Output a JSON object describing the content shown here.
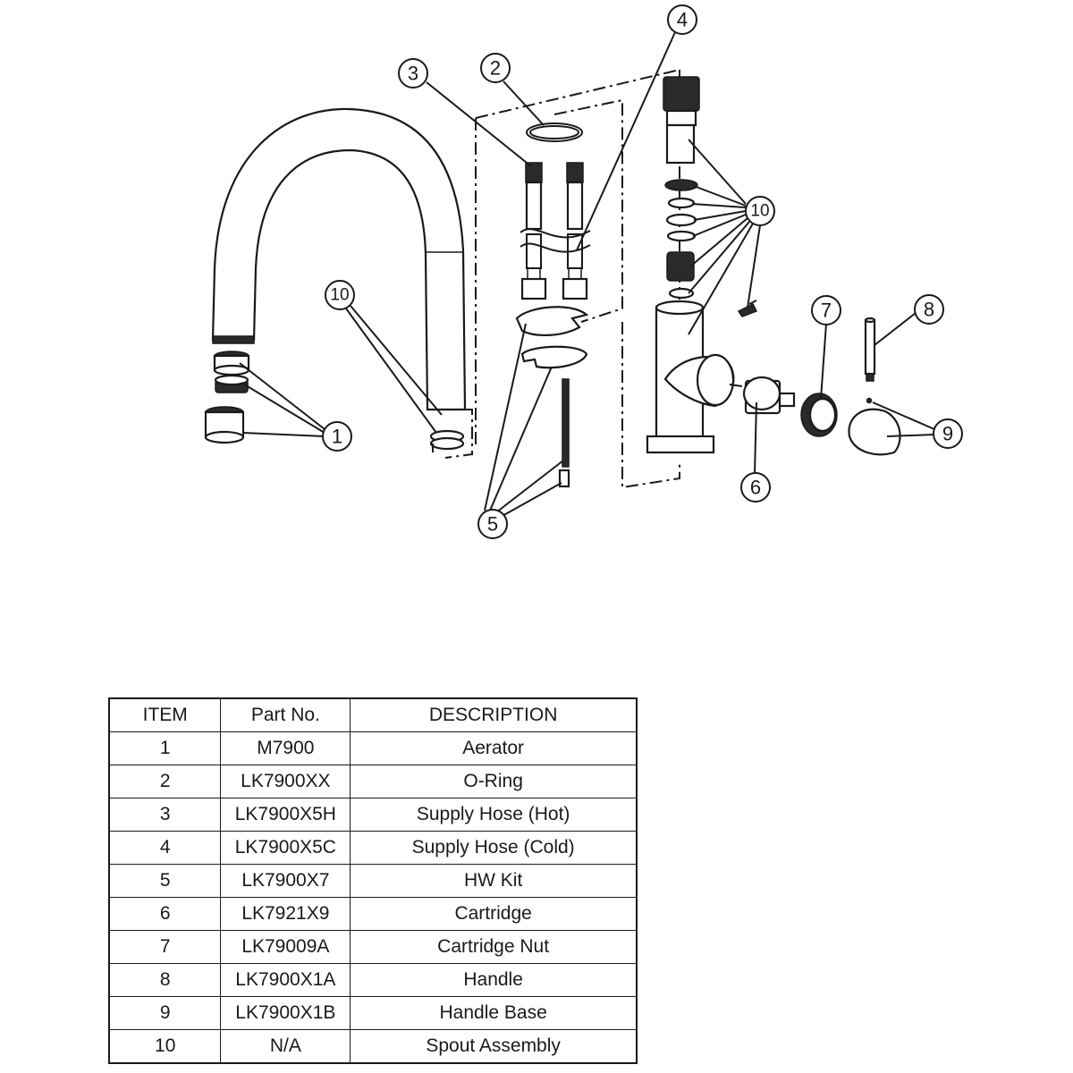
{
  "diagram": {
    "callouts": {
      "c1": "1",
      "c2": "2",
      "c3": "3",
      "c4": "4",
      "c5": "5",
      "c6": "6",
      "c7": "7",
      "c8": "8",
      "c9": "9",
      "c10a": "10",
      "c10b": "10"
    }
  },
  "table": {
    "headers": [
      "ITEM",
      "Part No.",
      "DESCRIPTION"
    ],
    "rows": [
      [
        "1",
        "M7900",
        "Aerator"
      ],
      [
        "2",
        "LK7900XX",
        "O-Ring"
      ],
      [
        "3",
        "LK7900X5H",
        "Supply Hose (Hot)"
      ],
      [
        "4",
        "LK7900X5C",
        "Supply Hose (Cold)"
      ],
      [
        "5",
        "LK7900X7",
        "HW Kit"
      ],
      [
        "6",
        "LK7921X9",
        "Cartridge"
      ],
      [
        "7",
        "LK79009A",
        "Cartridge Nut"
      ],
      [
        "8",
        "LK7900X1A",
        "Handle"
      ],
      [
        "9",
        "LK7900X1B",
        "Handle Base"
      ],
      [
        "10",
        "N/A",
        "Spout Assembly"
      ]
    ]
  }
}
